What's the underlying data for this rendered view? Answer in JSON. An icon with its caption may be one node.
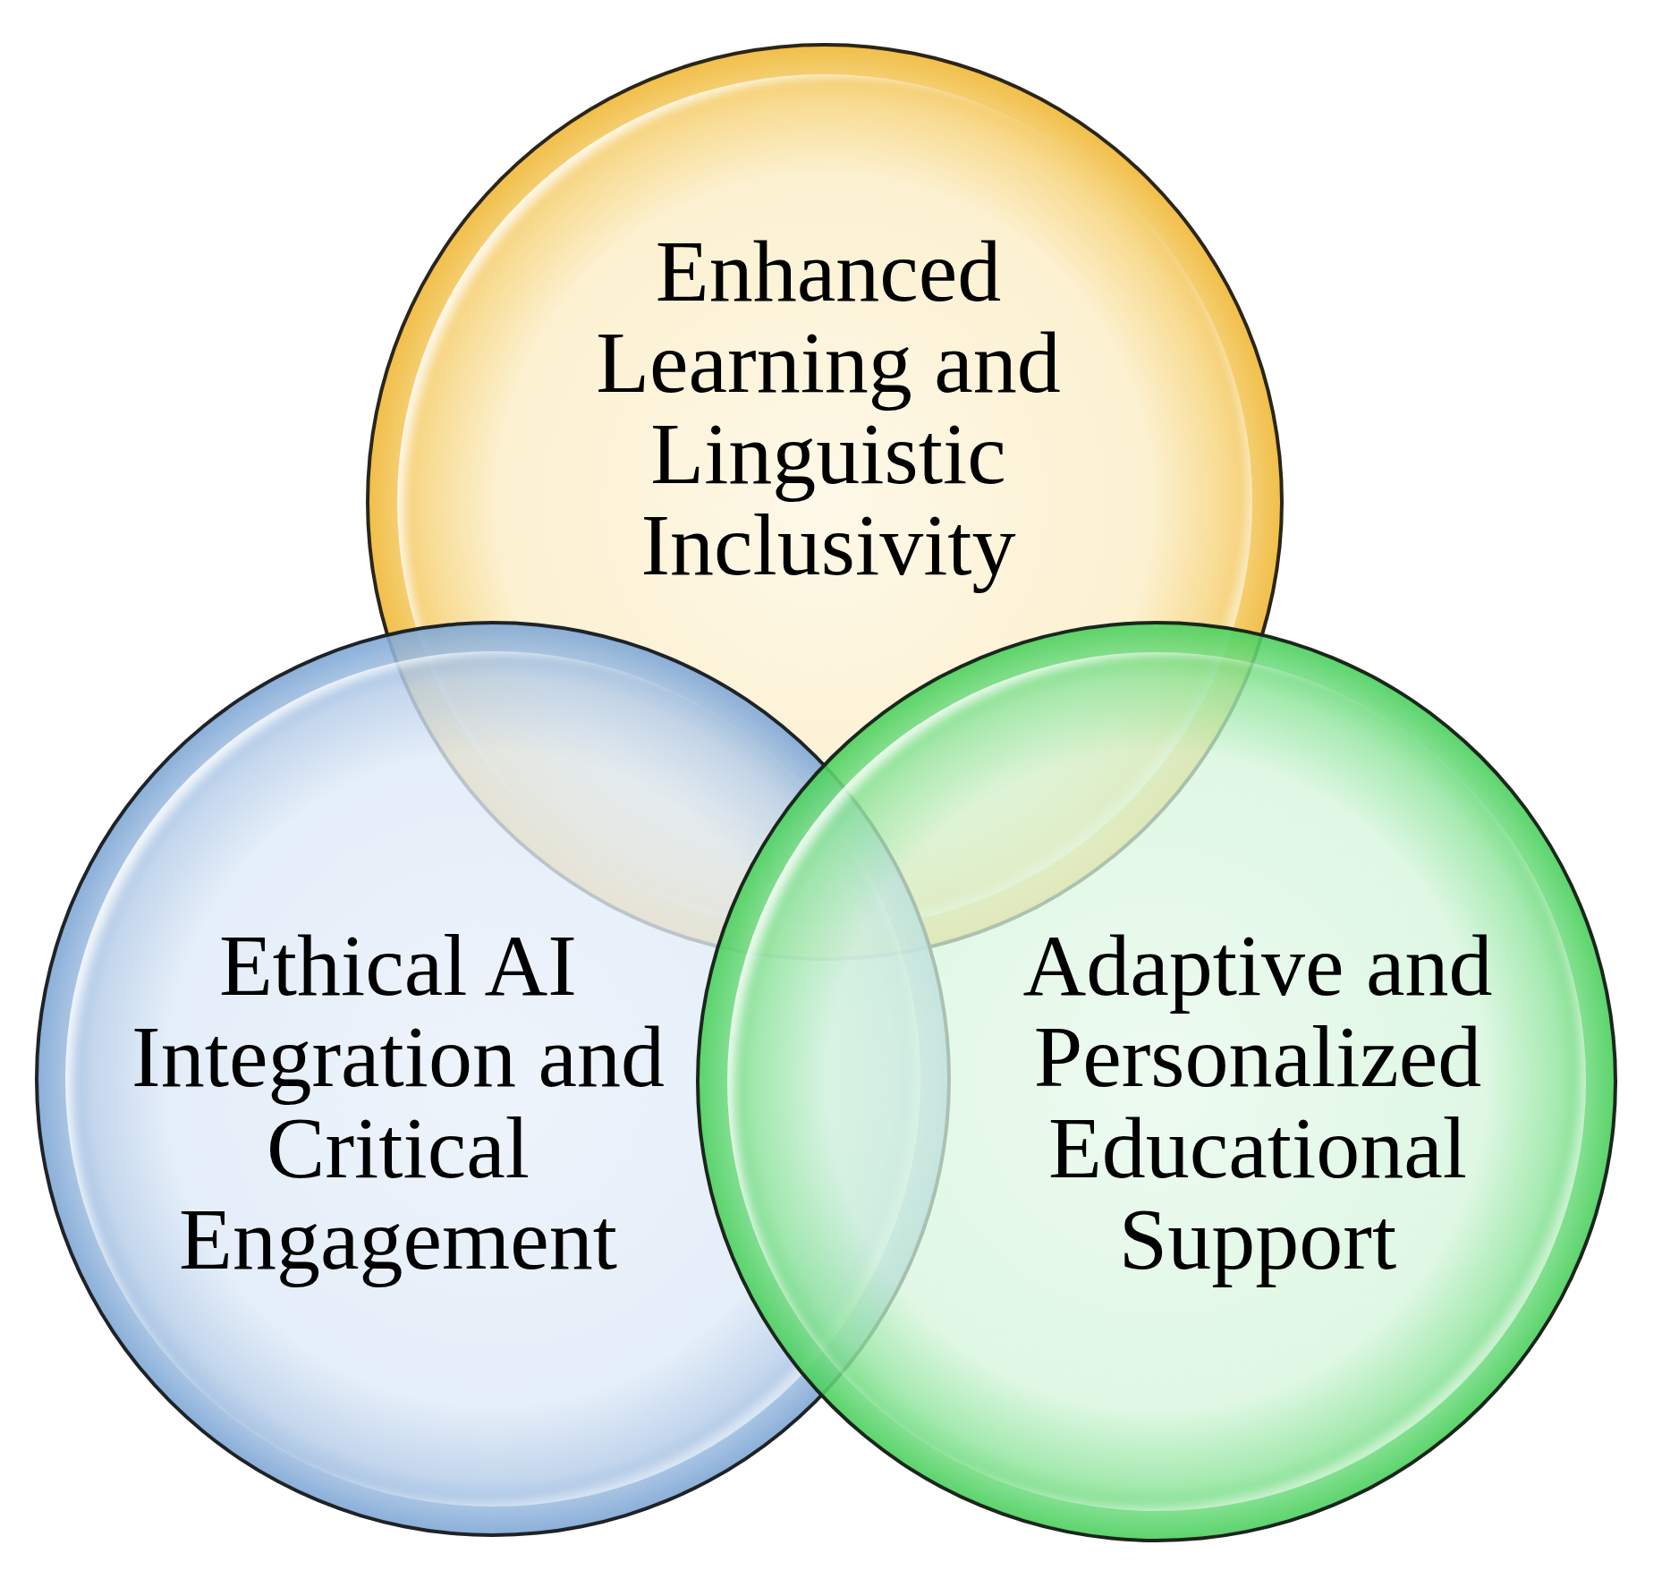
{
  "diagram": {
    "nodes": [
      {
        "text": [
          "Enhanced Learning and Linguistic Inclusivity"
        ]
      },
      {
        "text": [
          "Ethical AI Integration and Critical Engagement"
        ]
      },
      {
        "text": [
          "Adaptive and Personalized Educational Support"
        ]
      }
    ]
  }
}
